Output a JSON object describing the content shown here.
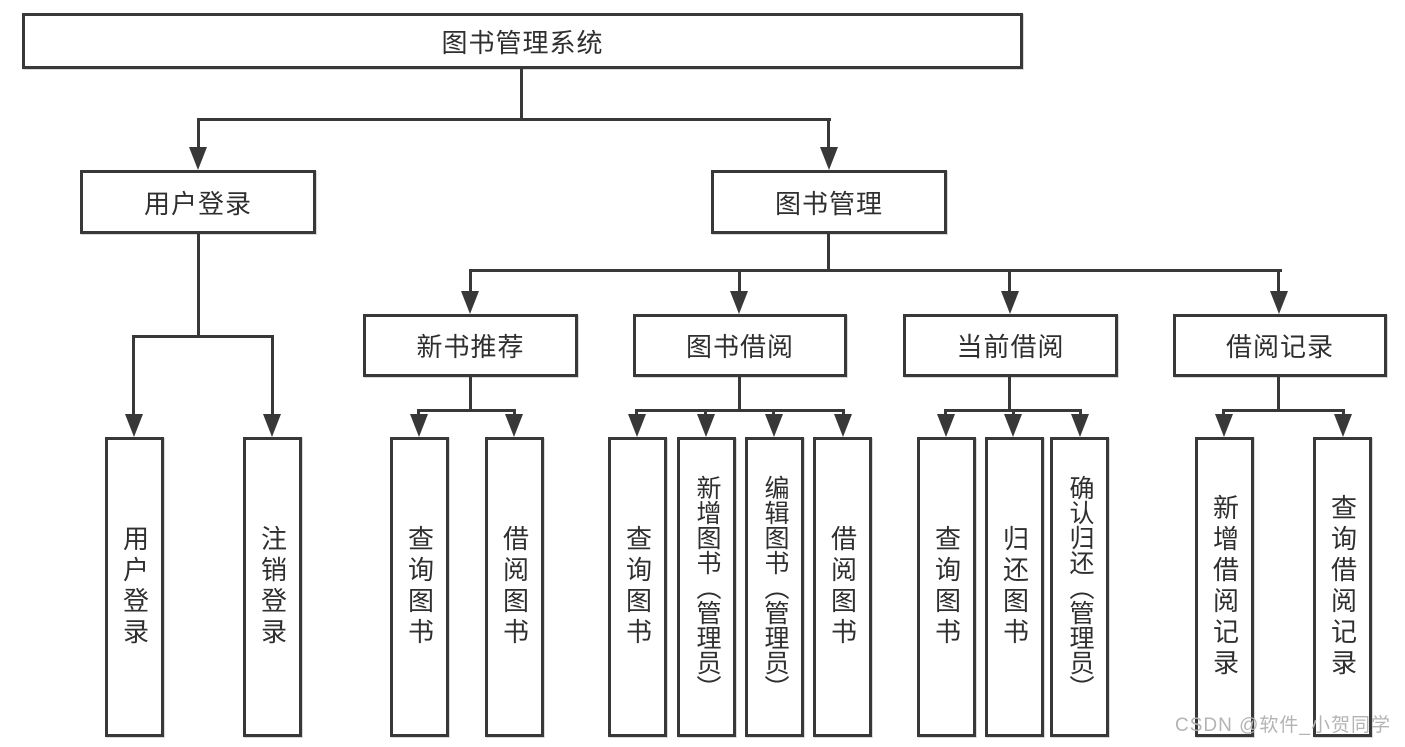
{
  "tree": {
    "root": {
      "label": "图书管理系统"
    },
    "branches": [
      {
        "label": "用户登录",
        "children": [
          {
            "label": "用户登录"
          },
          {
            "label": "注销登录"
          }
        ]
      },
      {
        "label": "图书管理",
        "sections": [
          {
            "label": "新书推荐",
            "children": [
              {
                "label": "查询图书"
              },
              {
                "label": "借阅图书"
              }
            ]
          },
          {
            "label": "图书借阅",
            "children": [
              {
                "label": "查询图书"
              },
              {
                "label": "新增图书（管理员）"
              },
              {
                "label": "编辑图书（管理员）"
              },
              {
                "label": "借阅图书"
              }
            ]
          },
          {
            "label": "当前借阅",
            "children": [
              {
                "label": "查询图书"
              },
              {
                "label": "归还图书"
              },
              {
                "label": "确认归还（管理员）"
              }
            ]
          },
          {
            "label": "借阅记录",
            "children": [
              {
                "label": "新增借阅记录"
              },
              {
                "label": "查询借阅记录"
              }
            ]
          }
        ]
      }
    ]
  },
  "watermark": "CSDN @软件_小贺同学",
  "colors": {
    "line": "#383838",
    "text": "#2f2f2f",
    "watermark": "#b4b4b4",
    "background": "#ffffff"
  }
}
